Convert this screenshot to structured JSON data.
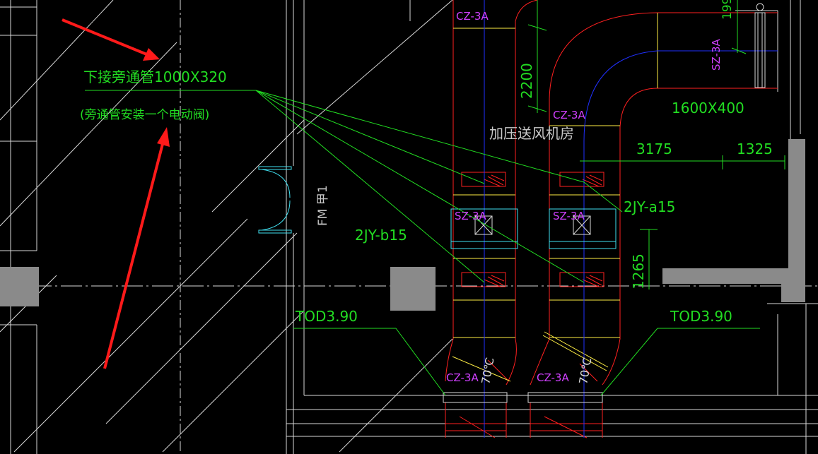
{
  "annotations": {
    "bypass_main": "下接旁通管1000X320",
    "bypass_note": "(旁通管安装一个电动阀)",
    "room_label": "加压送风机房",
    "fan_left": "2JY-b15",
    "fan_right": "2JY-a15",
    "duct_size": "1600X400",
    "door_tag": "FM 甲1",
    "tod_left": "TOD3.90",
    "tod_right": "TOD3.90"
  },
  "dimensions": {
    "dim_2200": "2200",
    "dim_3175": "3175",
    "dim_1325": "1325",
    "dim_1265": "1265",
    "dim_199": "199"
  },
  "equipment_tags": {
    "cz_top_left": "CZ-3A",
    "cz_mid_right": "CZ-3A",
    "cz_bottom_left": "CZ-3A",
    "cz_bottom_right": "CZ-3A",
    "sz_left": "SZ-3A",
    "sz_right": "SZ-3A",
    "sz_top_right": "SZ-3A",
    "deg_left": "70℃",
    "deg_right": "70℃"
  },
  "colors": {
    "background": "#000000",
    "cad_white": "#d8d8d8",
    "duct_red": "#ff2020",
    "leader_green": "#22dd22",
    "tag_magenta": "#d040ff",
    "yellow": "#ffee44",
    "cyan": "#40e0f0",
    "blue": "#2030ff",
    "column_gray": "#8a8a8a",
    "arrow_red": "#ff1a1a"
  }
}
